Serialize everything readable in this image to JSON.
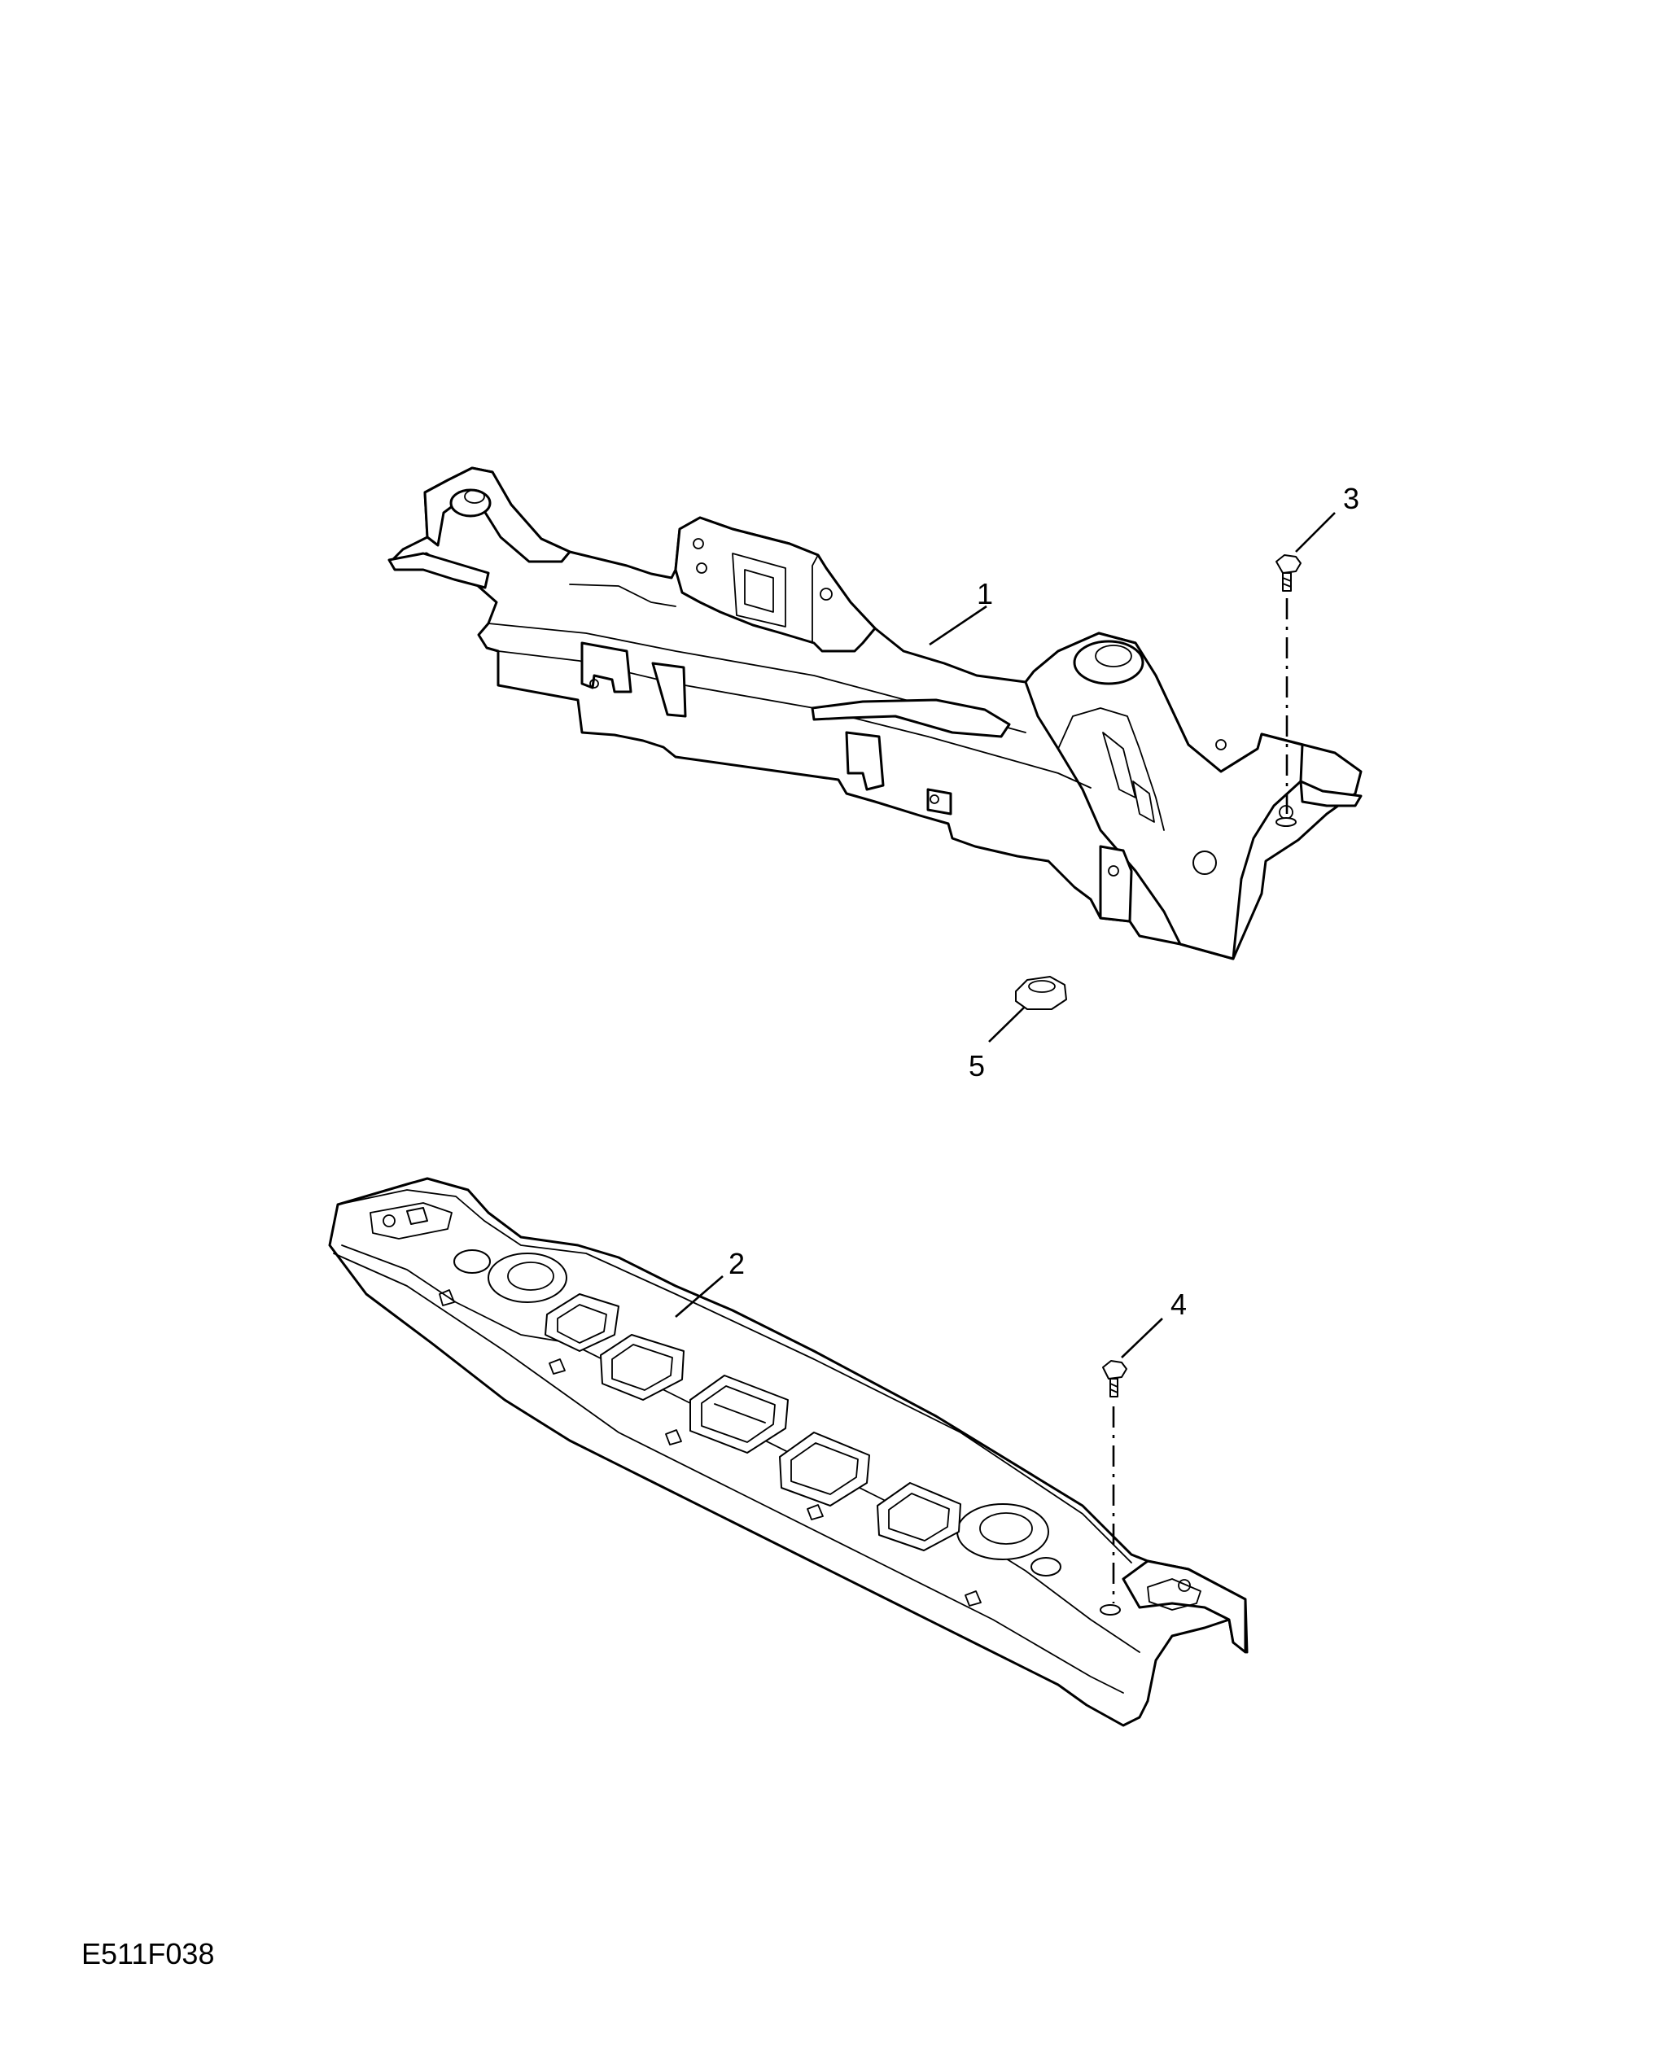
{
  "figure_id": "E511F038",
  "callouts": {
    "c1": "1",
    "c2": "2",
    "c3": "3",
    "c4": "4",
    "c5": "5"
  }
}
